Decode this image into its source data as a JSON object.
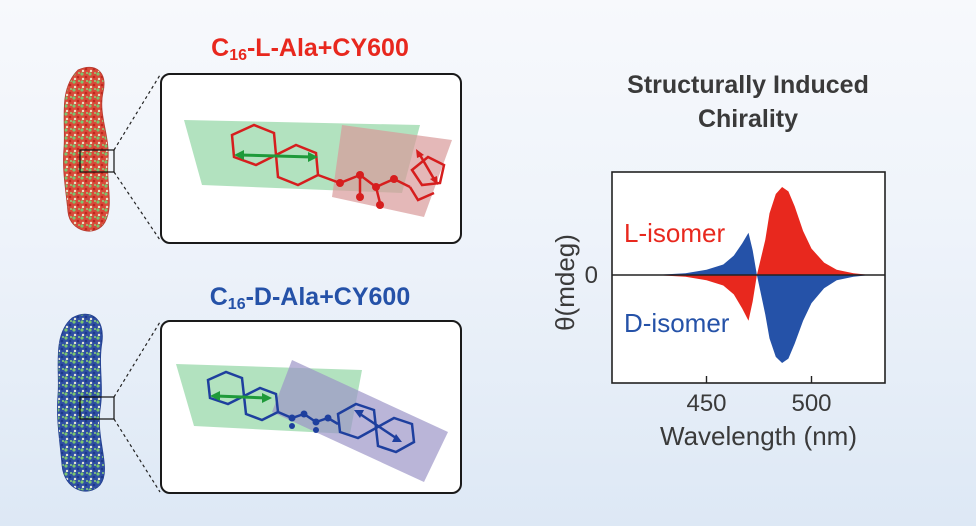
{
  "titles": {
    "top_prefix": "C",
    "top_sub": "16",
    "top_suffix": "-L-Ala+CY600",
    "bottom_prefix": "C",
    "bottom_sub": "16",
    "bottom_suffix": "-D-Ala+CY600"
  },
  "colors": {
    "l_isomer": "#e8281e",
    "d_isomer": "#2552a8",
    "plane_green": "#7fcf95",
    "plane_red": "#d99a9a",
    "plane_purple": "#9d96c8"
  },
  "right_title": {
    "line1": "Structurally Induced",
    "line2": "Chirality"
  },
  "chart_data": {
    "type": "area",
    "ylabel": "θ(mdeg)",
    "xlabel": "Wavelength (nm)",
    "x_ticks": [
      450,
      500
    ],
    "y_ticks": [
      "0"
    ],
    "xlim": [
      405,
      535
    ],
    "series": [
      {
        "name": "L-isomer",
        "color": "#e8281e",
        "x": [
          425,
          440,
          450,
          458,
          463,
          467,
          470,
          472,
          474,
          478,
          480,
          483,
          486,
          489,
          492,
          496,
          500,
          506,
          512,
          520,
          528
        ],
        "y": [
          0,
          -0.02,
          -0.06,
          -0.12,
          -0.22,
          -0.38,
          -0.52,
          -0.3,
          0,
          0.4,
          0.7,
          0.92,
          1.0,
          0.95,
          0.78,
          0.5,
          0.3,
          0.14,
          0.06,
          0.02,
          0
        ]
      },
      {
        "name": "D-isomer",
        "color": "#2552a8",
        "x": [
          425,
          440,
          450,
          458,
          463,
          467,
          470,
          472,
          474,
          478,
          480,
          483,
          486,
          489,
          492,
          496,
          500,
          506,
          512,
          520,
          528
        ],
        "y": [
          0,
          0.02,
          0.06,
          0.12,
          0.22,
          0.36,
          0.48,
          0.28,
          0,
          -0.45,
          -0.72,
          -0.93,
          -1.0,
          -0.95,
          -0.78,
          -0.52,
          -0.32,
          -0.15,
          -0.06,
          -0.02,
          0
        ]
      }
    ]
  }
}
